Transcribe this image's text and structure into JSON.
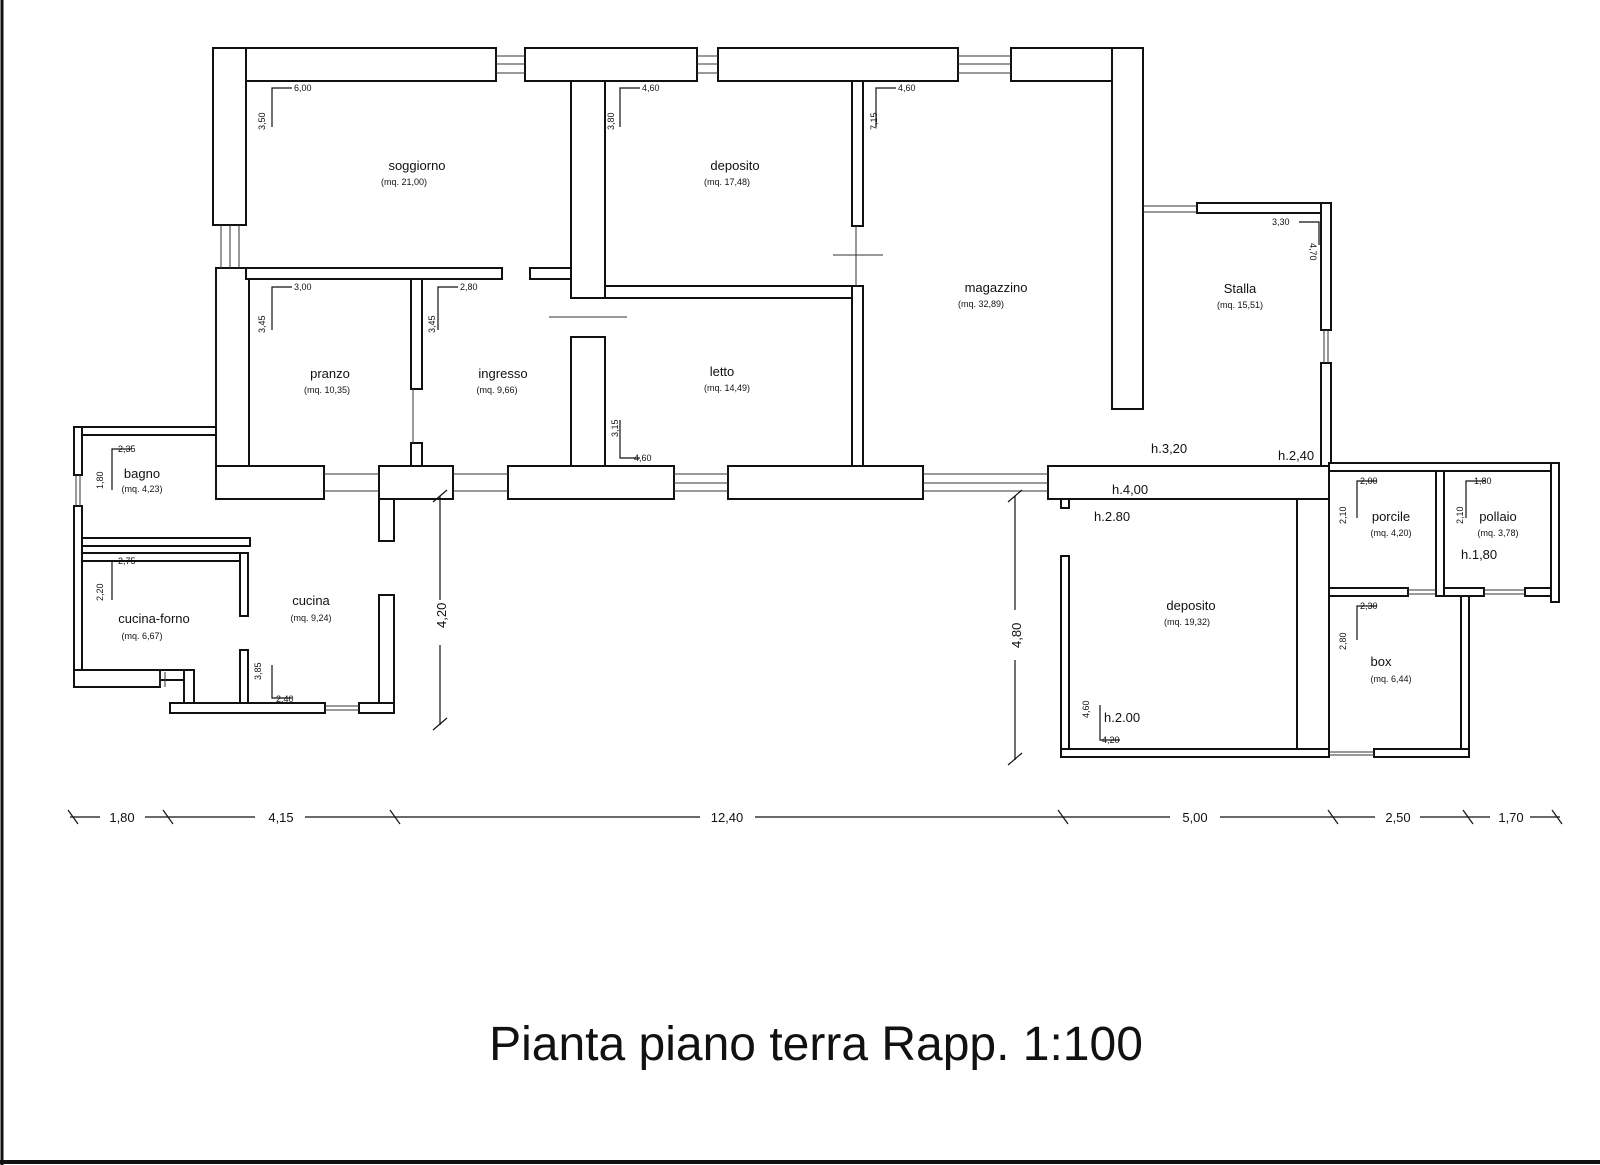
{
  "title": "Pianta piano terra Rapp. 1:100",
  "rooms": {
    "soggiorno": {
      "name": "soggiorno",
      "area": "(mq. 21,00)"
    },
    "deposito_top": {
      "name": "deposito",
      "area": "(mq. 17,48)"
    },
    "magazzino": {
      "name": "magazzino",
      "area": "(mq. 32,89)"
    },
    "stalla": {
      "name": "Stalla",
      "area": "(mq. 15,51)"
    },
    "pranzo": {
      "name": "pranzo",
      "area": "(mq. 10,35)"
    },
    "ingresso": {
      "name": "ingresso",
      "area": "(mq. 9,66)"
    },
    "letto": {
      "name": "letto",
      "area": "(mq. 14,49)"
    },
    "bagno": {
      "name": "bagno",
      "area": "(mq. 4,23)"
    },
    "cucina_forno": {
      "name": "cucina-forno",
      "area": "(mq. 6,67)"
    },
    "cucina": {
      "name": "cucina",
      "area": "(mq. 9,24)"
    },
    "deposito_bottom": {
      "name": "deposito",
      "area": "(mq. 19,32)"
    },
    "porcile": {
      "name": "porcile",
      "area": "(mq. 4,20)"
    },
    "pollaio": {
      "name": "pollaio",
      "area": "(mq. 3,78)"
    },
    "box": {
      "name": "box",
      "area": "(mq. 6,44)"
    }
  },
  "room_dims": {
    "soggiorno_w": "6,00",
    "soggiorno_h": "3,50",
    "deposito_top_w": "4,60",
    "deposito_top_h": "3,80",
    "magazzino_w": "4,60",
    "magazzino_h": "7,15",
    "stalla_w": "3,30",
    "stalla_h": "4,70",
    "pranzo_w": "3,00",
    "pranzo_h": "3,45",
    "ingresso_w": "2,80",
    "ingresso_h": "3,45",
    "letto_w": "4,60",
    "letto_h": "3,15",
    "bagno_w": "2,35",
    "bagno_h": "1,80",
    "cucina_forno_w": "2,75",
    "cucina_forno_h": "2,20",
    "cucina_w": "2,40",
    "cucina_h": "3,85",
    "deposito_bottom_w": "4,20",
    "deposito_bottom_h": "4,60",
    "porcile_w": "2,00",
    "porcile_h": "2,10",
    "pollaio_w": "1,80",
    "pollaio_h": "2,10",
    "box_w": "2,30",
    "box_h": "2,80"
  },
  "heights": {
    "magazzino": "h.3,20",
    "stalla": "h.2,40",
    "corridor": "h.4,00",
    "deposito_top": "h.2.80",
    "deposito_bottom": "h.2.00",
    "pollaio": "h.1,80"
  },
  "vertical_dims": {
    "left": "4,20",
    "right": "4,80"
  },
  "totals": [
    "1,80",
    "4,15",
    "12,40",
    "5,00",
    "2,50",
    "1,70"
  ]
}
